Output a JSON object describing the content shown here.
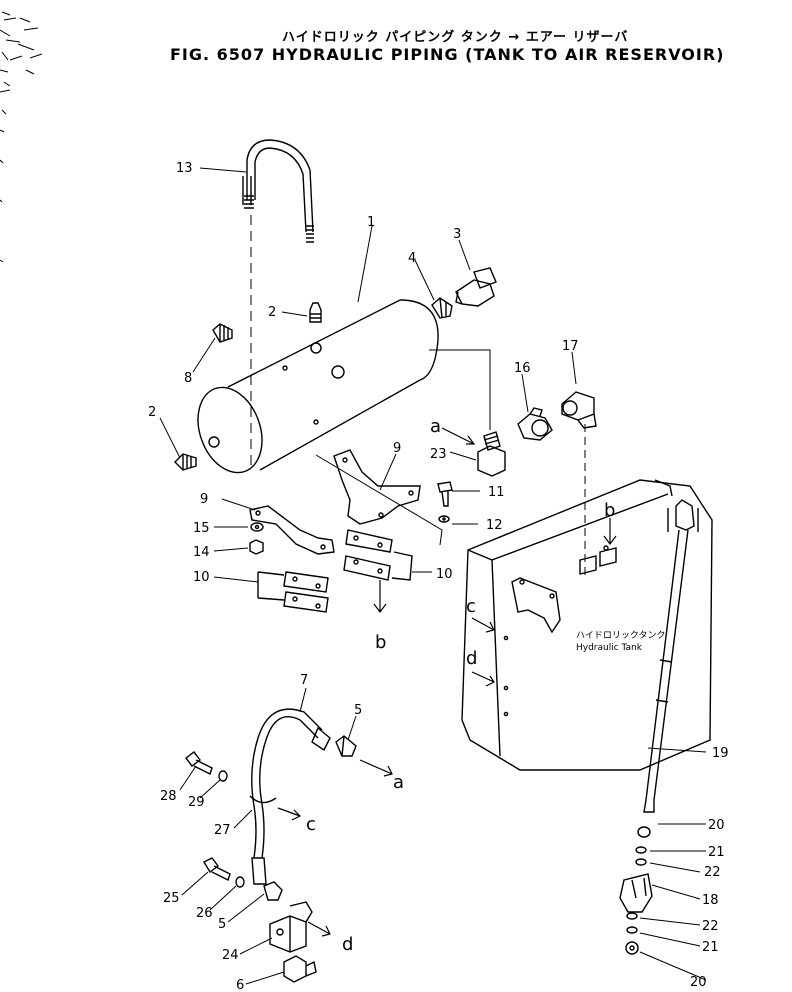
{
  "header": {
    "title_jp": "ハイドロリック パイピング タンク → エアー リザーバ",
    "title_en": "FIG. 6507 HYDRAULIC PIPING (TANK TO AIR RESERVOIR)"
  },
  "callouts": [
    "1",
    "2",
    "2",
    "3",
    "4",
    "5",
    "5",
    "6",
    "7",
    "8",
    "9",
    "9",
    "10",
    "10",
    "11",
    "12",
    "13",
    "14",
    "15",
    "16",
    "17",
    "18",
    "19",
    "20",
    "20",
    "21",
    "21",
    "22",
    "22",
    "23",
    "24",
    "25",
    "26",
    "27",
    "28",
    "29"
  ],
  "refs": [
    "a",
    "a",
    "b",
    "b",
    "c",
    "c",
    "d",
    "d"
  ],
  "tank": {
    "label_jp": "ハイドロリックタンク",
    "label_en": "Hydraulic Tank"
  }
}
